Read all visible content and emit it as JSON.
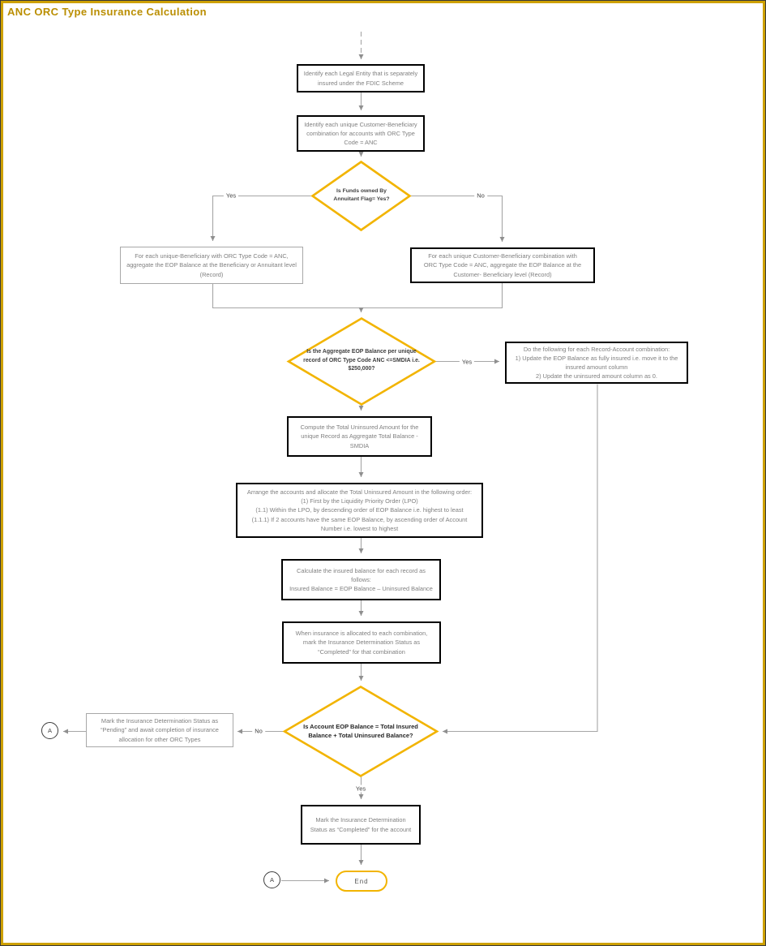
{
  "title": "ANC ORC Type Insurance Calculation",
  "colors": {
    "accent_gold": "#F2B400",
    "title_gold": "#BA8E00",
    "line_gray": "#A6A6A6",
    "process_border_black": "#000000",
    "process_border_gray": "#A8A8A8",
    "body_text_gray": "#808080"
  },
  "flowchart": {
    "process_nodes": {
      "identify_legal_entity": "Identify each Legal Entity that is separately insured under the FDIC Scheme",
      "identify_unique_combination": "Identify each unique Customer-Beneficiary combination for accounts with ORC Type Code = ANC",
      "aggregate_beneficiary": "For each unique-Beneficiary with ORC Type Code = ANC, aggregate the EOP Balance at the Beneficiary or Annuitant level (Record)",
      "aggregate_customer_beneficiary": "For each unique Customer-Beneficiary combination  with ORC Type Code = ANC, aggregate the EOP Balance at the Customer- Beneficiary level (Record)",
      "update_record_account": "Do the following for each Record-Account combination:\n1) Update the EOP Balance as fully insured i.e. move it to the insured amount column\n2) Update the uninsured amount column as 0.",
      "compute_uninsured": "Compute the Total Uninsured Amount for the unique Record as Aggregate Total Balance - SMDIA",
      "arrange_accounts": "Arrange the accounts and allocate the Total Uninsured Amount in the following order:\n(1) First by the Liquidity Priority Order (LPO)\n(1.1) Within the LPO, by descending order of EOP Balance i.e. highest to least\n(1.1.1) If 2 accounts have the same EOP Balance, by ascending order of Account Number i.e. lowest to highest",
      "calculate_insured": "Calculate the insured balance for each record as follows:\nInsured Balance = EOP Balance – Uninsured Balance",
      "mark_completed_combination": "When insurance is allocated to each combination, mark the Insurance Determination Status as “Completed” for that combination",
      "mark_pending": "Mark the Insurance Determination Status as “Pending” and await completion of insurance allocation for other ORC Types",
      "mark_completed_account": "Mark the Insurance Determination\nStatus as “Completed” for the account"
    },
    "decision_nodes": {
      "funds_owned_by_annuitant": "Is Funds owned By\nAnnuitant Flag= Yes?",
      "aggregate_eop_vs_smdia": "Is the Aggregate EOP Balance per unique\nrecord of ORC Type Code ANC <=SMDIA i.e.\n$250,000?",
      "account_eop_equals_totals": "Is Account EOP Balance = Total Insured\nBalance + Total Uninsured Balance?"
    },
    "edge_labels": {
      "funds_yes": "Yes",
      "funds_no": "No",
      "smdia_yes": "Yes",
      "eop_no": "No",
      "eop_yes": "Yes"
    },
    "terminators": {
      "end": "End",
      "offpage_connector": "A"
    }
  }
}
